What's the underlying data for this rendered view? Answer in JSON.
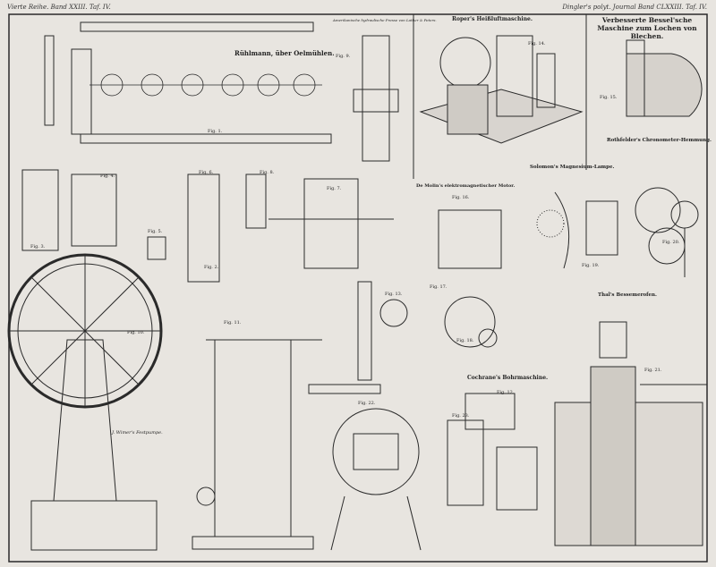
{
  "header": {
    "left": "Vierte Reihe. Band XXIII. Taf. IV.",
    "right": "Dingler's polyt. Journal Band CLXXIII. Taf. IV."
  },
  "titles": {
    "oelmuehlen": "Rühlmann, über Oelmühlen.",
    "presse": "Amerikanische hydraulische Presse von Lather & Peters.",
    "roper": "Roper's Heißluftmaschine.",
    "lochen": "Verbesserte Bessel'sche Maschine zum Lochen von Blechen.",
    "chronometer": "Rothfelder's Chronometer-Hemmung.",
    "magnesium": "Solomon's Magnesium-Lampe.",
    "motor": "De Molin's elektromagnetischer Motor.",
    "bessemer": "Thal's Bessemerofen.",
    "bohr": "Cochrane's Bohrmaschine.",
    "pumpe": "J. Wimer's Festpumpe."
  },
  "figures": [
    "Fig. 1.",
    "Fig. 2.",
    "Fig. 3.",
    "Fig. 4.",
    "Fig. 5.",
    "Fig. 6.",
    "Fig. 7.",
    "Fig. 8.",
    "Fig. 9.",
    "Fig. 10.",
    "Fig. 11.",
    "Fig. 12.",
    "Fig. 13.",
    "Fig. 14.",
    "Fig. 15.",
    "Fig. 16.",
    "Fig. 17.",
    "Fig. 18.",
    "Fig. 19.",
    "Fig. 20.",
    "Fig. 21.",
    "Fig. 22.",
    "Fig. 23."
  ]
}
